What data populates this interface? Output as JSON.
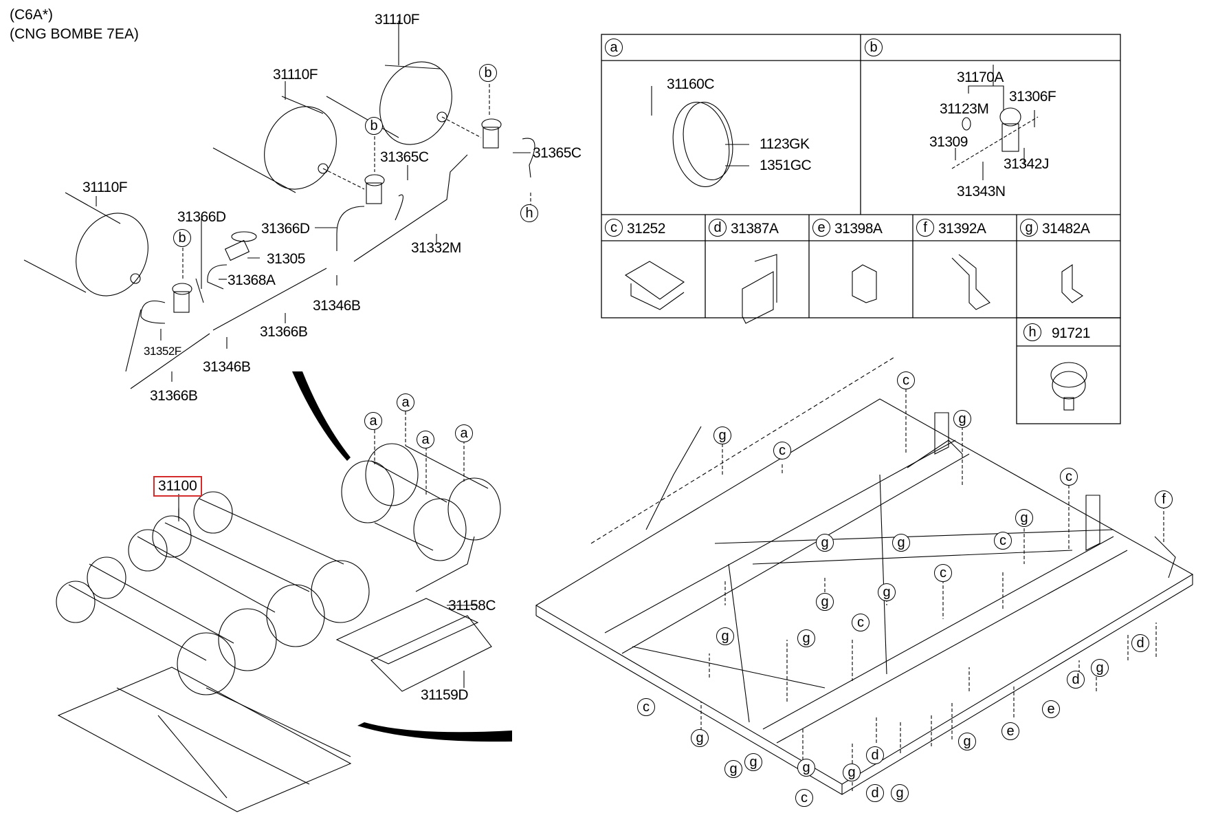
{
  "header": {
    "model_code": "(C6A*)",
    "description": "(CNG BOMBE 7EA)"
  },
  "main_assembly": {
    "part_number": "31100",
    "highlight_color": "#d42a2a"
  },
  "exploded_labels": {
    "cylinder_top": "31110F",
    "cylinder_mid": "31110F",
    "cylinder_left": "31110F",
    "valve_top_ref": "b",
    "valve_mid_ref": "b",
    "valve_left_ref": "b",
    "hose_top": "31365C",
    "hose_mid": "31365C",
    "hose_h_ref": "h",
    "pipe_366d_left": "31366D",
    "pipe_366d_mid": "31366D",
    "valve_manual": "31305",
    "pipe_368a": "31368A",
    "pipe_332m": "31332M",
    "tee_346b_upper": "31346B",
    "tee_346b_lower": "31346B",
    "pipe_366b_upper": "31366B",
    "pipe_366b_lower": "31366B",
    "pipe_352f": "31352F"
  },
  "tank_callouts": [
    "a",
    "a",
    "a",
    "a"
  ],
  "cover_labels": {
    "cover_upper": "31158C",
    "cover_lower": "31159D"
  },
  "legend": {
    "a": {
      "ref": "a",
      "parts": [
        "31160C",
        "1123GK",
        "1351GC"
      ]
    },
    "b": {
      "ref": "b",
      "parts": [
        "31170A",
        "31123M",
        "31306F",
        "31309",
        "31342J",
        "31343N"
      ]
    },
    "c": {
      "ref": "c",
      "part": "31252"
    },
    "d": {
      "ref": "d",
      "part": "31387A"
    },
    "e": {
      "ref": "e",
      "part": "31398A"
    },
    "f": {
      "ref": "f",
      "part": "31392A"
    },
    "g": {
      "ref": "g",
      "part": "31482A"
    },
    "h": {
      "ref": "h",
      "part": "91721"
    }
  },
  "frame_callouts": [
    {
      "ref": "c"
    },
    {
      "ref": "g"
    },
    {
      "ref": "g"
    },
    {
      "ref": "c"
    },
    {
      "ref": "g"
    },
    {
      "ref": "c"
    },
    {
      "ref": "g"
    },
    {
      "ref": "f"
    },
    {
      "ref": "g"
    },
    {
      "ref": "c"
    },
    {
      "ref": "g"
    },
    {
      "ref": "g"
    },
    {
      "ref": "c"
    },
    {
      "ref": "g"
    },
    {
      "ref": "c"
    },
    {
      "ref": "g"
    },
    {
      "ref": "g"
    },
    {
      "ref": "c"
    },
    {
      "ref": "g"
    },
    {
      "ref": "g"
    },
    {
      "ref": "d"
    },
    {
      "ref": "d"
    },
    {
      "ref": "g"
    },
    {
      "ref": "e"
    },
    {
      "ref": "e"
    },
    {
      "ref": "g"
    },
    {
      "ref": "d"
    },
    {
      "ref": "g"
    },
    {
      "ref": "d"
    },
    {
      "ref": "c"
    },
    {
      "ref": "g"
    },
    {
      "ref": "g"
    }
  ]
}
